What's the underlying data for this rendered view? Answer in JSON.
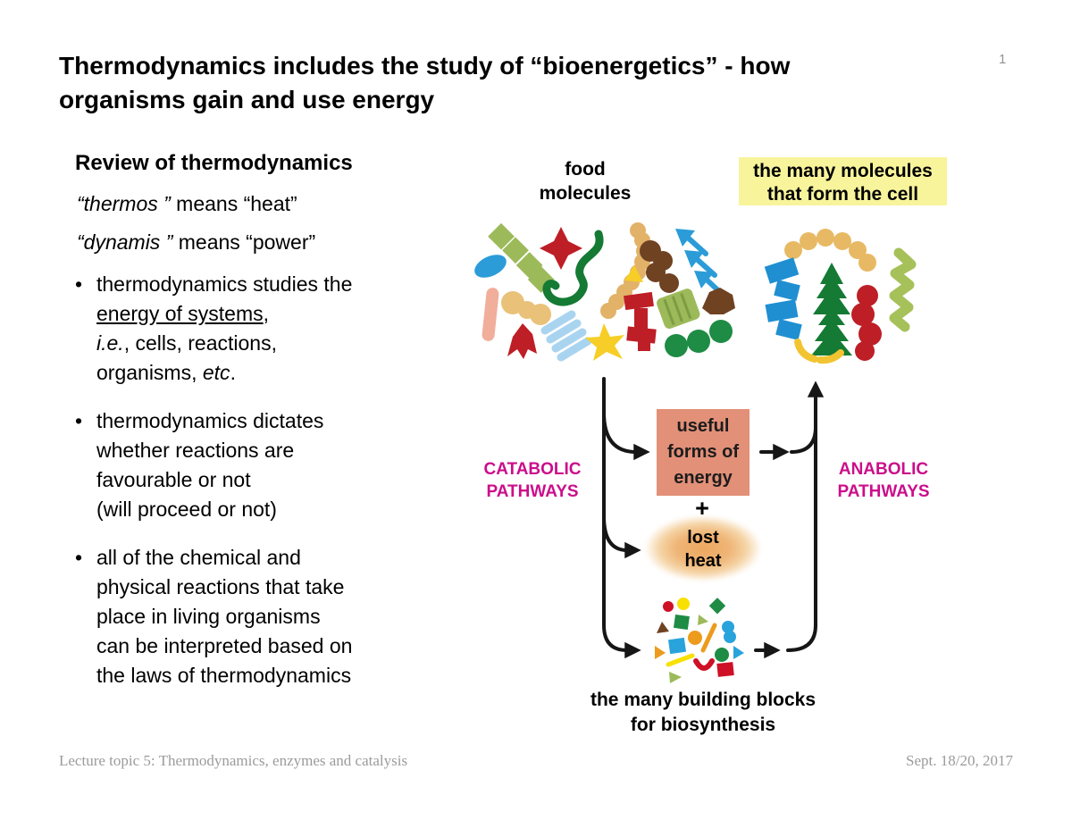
{
  "page": {
    "number": "1"
  },
  "title": {
    "line1": "Thermodynamics includes the study of “bioenergetics” - how",
    "line2": "organisms gain and use energy"
  },
  "left_panel": {
    "heading": "Review of thermodynamics",
    "etymology": [
      {
        "term": "“thermos ”",
        "rest": " means “heat”"
      },
      {
        "term": "“dynamis ”",
        "rest": " means “power”"
      }
    ],
    "bullets": {
      "b1": {
        "line1": "thermodynamics studies the",
        "underlined": "energy of systems",
        "after_underline": ",",
        "i_e": "i.e.",
        "line3_rest": ", cells, reactions,",
        "line4_pre": "organisms, ",
        "etc": "etc",
        "period": "."
      },
      "b2": "thermodynamics dictates\nwhether reactions are\nfavourable or not\n(will proceed or not)",
      "b3": "all of the chemical and\nphysical reactions that take\nplace in living organisms\ncan be interpreted based on\nthe laws of thermodynamics"
    }
  },
  "diagram": {
    "food_label": "food\nmolecules",
    "cell_label": "the many molecules\nthat form the cell",
    "catabolic_label": "CATABOLIC\nPATHWAYS",
    "anabolic_label": "ANABOLIC\nPATHWAYS",
    "useful_energy_label": "useful\nforms of\nenergy",
    "plus": "+",
    "lost_heat_label": "lost\nheat",
    "building_blocks_label": "the many building blocks\nfor biosynthesis",
    "colors": {
      "pathway_magenta": "#CB0E8B",
      "cell_label_highlight": "#F8F49B",
      "useful_energy_box": "#E29078",
      "lost_heat_glow": "#ECA75F",
      "arrow_black": "#161616"
    }
  },
  "footer": {
    "left": "Lecture topic 5: Thermodynamics, enzymes and catalysis",
    "right": "Sept. 18/20, 2017"
  }
}
